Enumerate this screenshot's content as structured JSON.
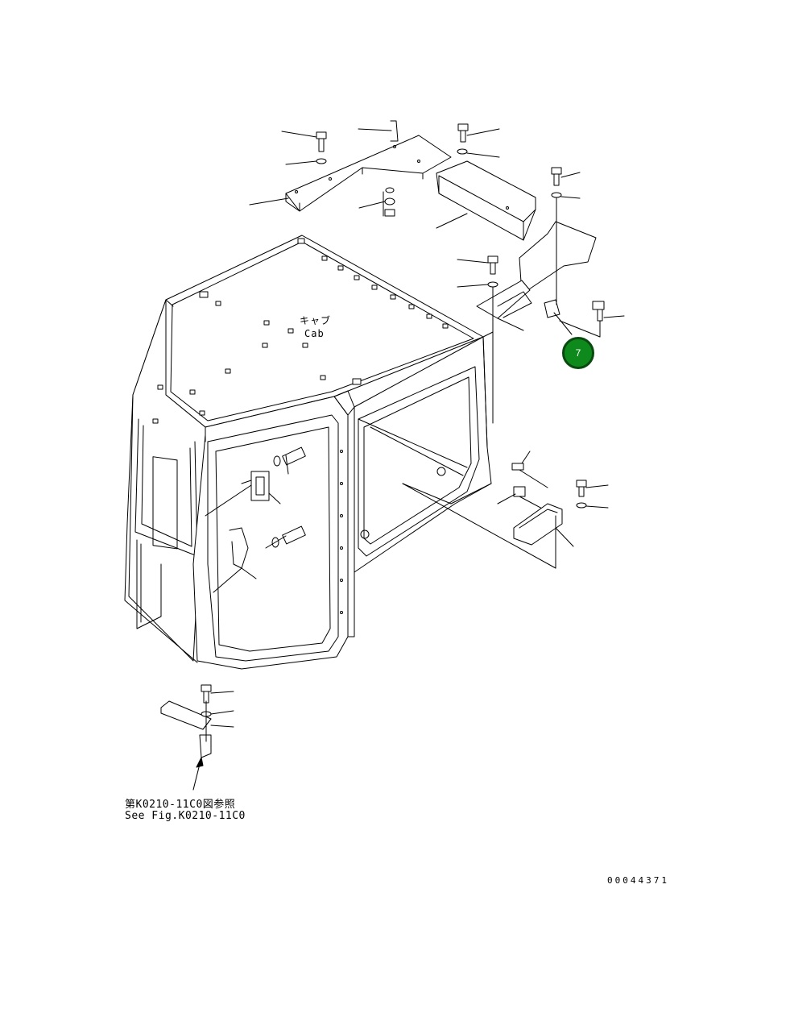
{
  "labels": {
    "cab_jp": "キャブ",
    "cab_en": "Cab",
    "ref_jp": "第K0210-11C0図参照",
    "ref_en": "See Fig.K0210-11C0",
    "drawing_number": "00044371"
  },
  "callout": {
    "number": "7",
    "color": "#0e8a1c"
  }
}
